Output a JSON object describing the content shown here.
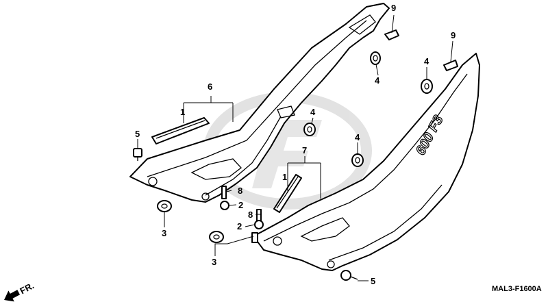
{
  "diagram": {
    "drawing_code": "MAL3-F1600A",
    "direction_label": "FR.",
    "decal_text": "600 F3",
    "callouts": {
      "c1a": "1",
      "c1b": "1",
      "c2a": "2",
      "c2b": "2",
      "c3a": "3",
      "c3b": "3",
      "c4a": "4",
      "c4b": "4",
      "c4c": "4",
      "c4d": "4",
      "c5a": "5",
      "c5b": "5",
      "c6": "6",
      "c7": "7",
      "c8a": "8",
      "c8b": "8",
      "c9a": "9",
      "c9b": "9"
    }
  }
}
